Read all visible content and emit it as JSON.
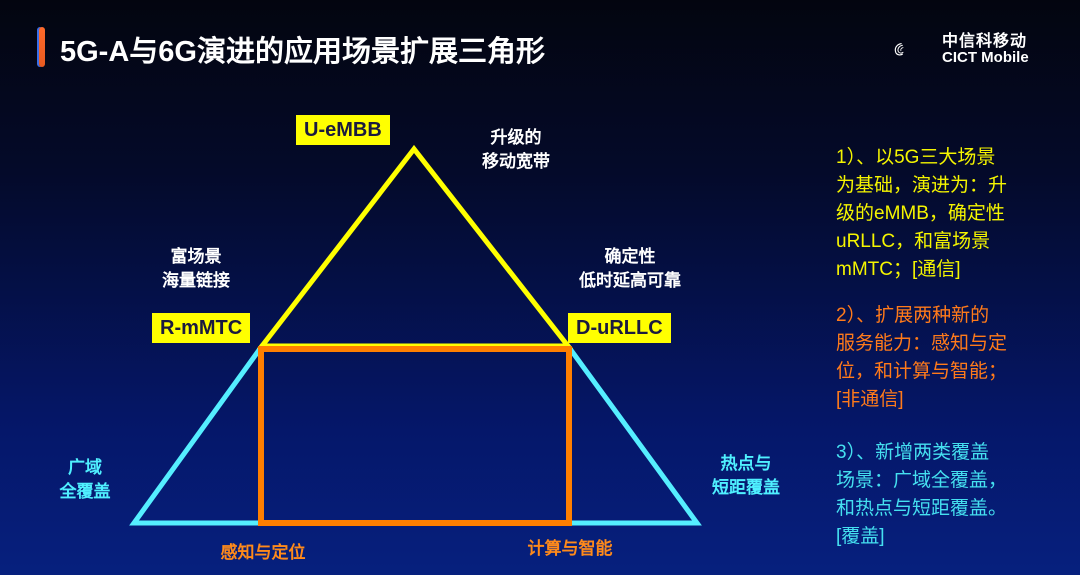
{
  "header": {
    "title": "5G-A与6G演进的应用场景扩展三角形",
    "logo_cn": "中信科移动",
    "logo_en": "CICT Mobile"
  },
  "diagram": {
    "tags": {
      "top": "U-eMBB",
      "left": "R-mMTC",
      "right": "D-uRLLC"
    },
    "labels": {
      "top": [
        "升级的",
        "移动宽带"
      ],
      "left": [
        "富场景",
        "海量链接"
      ],
      "right": [
        "确定性",
        "低时延高可靠"
      ],
      "bottom_left_side": [
        "广域",
        "全覆盖"
      ],
      "bottom_right_side": [
        "热点与",
        "短距覆盖"
      ],
      "bottom_left": "感知与定位",
      "bottom_right": "计算与智能"
    },
    "colors": {
      "triangle": "#ffff00",
      "trapezoid": "#55eeff",
      "rectangle": "#ff7f00"
    }
  },
  "notes": [
    {
      "lines": [
        "1）、以5G三大场景",
        "为基础，演进为：升",
        "级的eMMB，确定性",
        "uRLLC，和富场景",
        "mMTC；[通信]"
      ],
      "color": "#f5f500"
    },
    {
      "lines": [
        "2）、扩展两种新的",
        "服务能力：感知与定",
        "位，和计算与智能；",
        "[非通信]"
      ],
      "color": "#ff7a1a"
    },
    {
      "lines": [
        "3）、新增两类覆盖",
        "场景：广域全覆盖，",
        "和热点与短距覆盖。",
        "[覆盖]"
      ],
      "color": "#45e0f0"
    }
  ]
}
